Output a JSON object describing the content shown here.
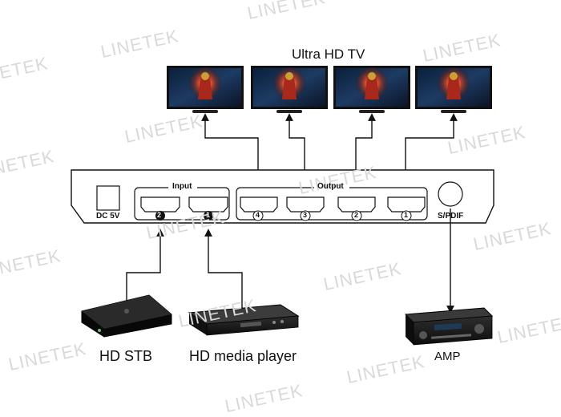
{
  "title": "Ultra HD TV",
  "watermark": "LINETEK",
  "device": {
    "power_label": "DC 5V",
    "input_group_label": "Input",
    "output_group_label": "Output",
    "spdif_label": "S/PDIF",
    "input_ports": [
      "2",
      "1"
    ],
    "output_ports": [
      "4",
      "3",
      "2",
      "1"
    ]
  },
  "sources": {
    "stb_label": "HD STB",
    "player_label": "HD media player"
  },
  "amp_label": "AMP"
}
